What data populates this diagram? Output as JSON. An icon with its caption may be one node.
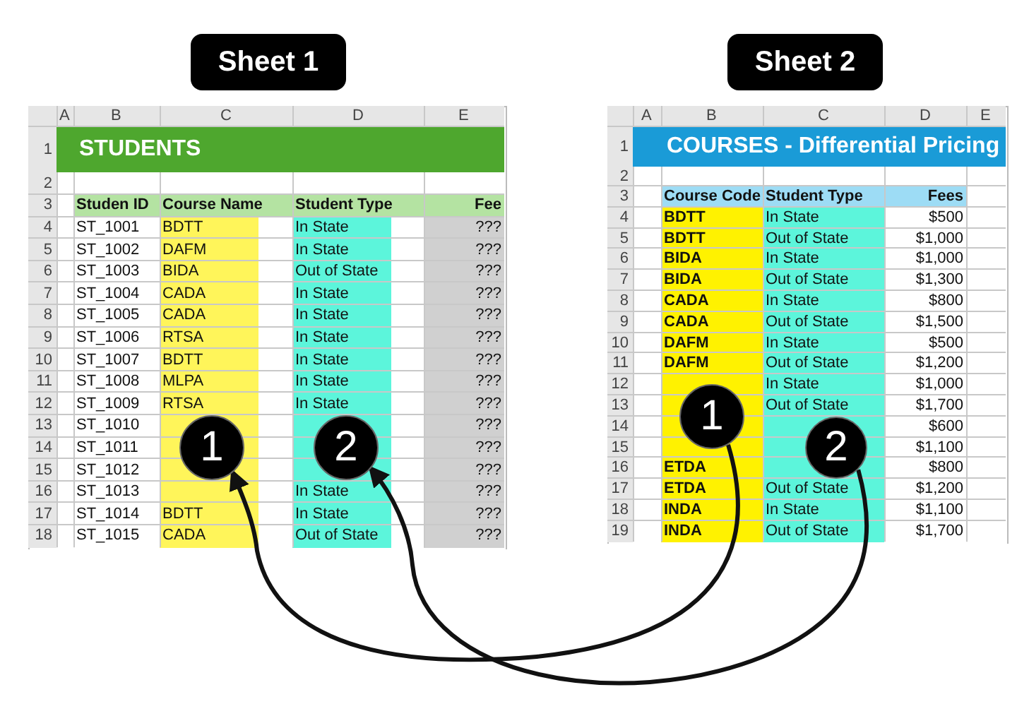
{
  "diagram": {
    "nodes": [
      {
        "text": [
          "Sheet 1"
        ]
      },
      {
        "text": [
          "Sheet 2"
        ]
      },
      {
        "text": [
          "1"
        ]
      },
      {
        "text": [
          "2"
        ]
      },
      {
        "text": [
          "1"
        ]
      },
      {
        "text": [
          "2"
        ]
      }
    ],
    "edges": [
      {
        "from": 4,
        "to": 2,
        "arrow": "to"
      },
      {
        "from": 5,
        "to": 3,
        "arrow": "to"
      }
    ],
    "labels": [
      "A",
      "B",
      "C",
      "D",
      "E",
      "1",
      "STUDENTS",
      "2",
      "3",
      "Studen ID",
      "Course Name",
      "Student Type",
      "Fee",
      "4",
      "ST_1001",
      "BDTT",
      "In State",
      "???",
      "5",
      "ST_1002",
      "DAFM",
      "In State",
      "???",
      "6",
      "ST_1003",
      "BIDA",
      "Out of State",
      "???",
      "7",
      "ST_1004",
      "CADA",
      "In State",
      "???",
      "8",
      "ST_1005",
      "CADA",
      "In State",
      "???",
      "9",
      "ST_1006",
      "RTSA",
      "In State",
      "???",
      "10",
      "ST_1007",
      "BDTT",
      "In State",
      "???",
      "11",
      "ST_1008",
      "MLPA",
      "In State",
      "???",
      "12",
      "ST_1009",
      "RTSA",
      "In State",
      "???",
      "13",
      "ST_1010",
      "???",
      "14",
      "ST_1011",
      "???",
      "15",
      "ST_1012",
      "???",
      "16",
      "ST_1013",
      "In State",
      "???",
      "17",
      "ST_1014",
      "BDTT",
      "In State",
      "???",
      "18",
      "ST_1015",
      "CADA",
      "Out of State",
      "???",
      "A",
      "B",
      "C",
      "D",
      "E",
      "1",
      "COURSES - Differential Pricing",
      "2",
      "3",
      "Course Code",
      "Student Type",
      "Fees",
      "4",
      "BDTT",
      "In State",
      "$500",
      "5",
      "BDTT",
      "Out of State",
      "$1,000",
      "6",
      "BIDA",
      "In State",
      "$1,000",
      "7",
      "BIDA",
      "Out of State",
      "$1,300",
      "8",
      "CADA",
      "In State",
      "$800",
      "9",
      "CADA",
      "Out of State",
      "$1,500",
      "10",
      "DAFM",
      "In State",
      "$500",
      "11",
      "DAFM",
      "Out of State",
      "$1,200",
      "12",
      "In State",
      "$1,000",
      "13",
      "Out of State",
      "$1,700",
      "14",
      "$600",
      "15",
      "$1,100",
      "16",
      "ETDA",
      "$800",
      "17",
      "ETDA",
      "Out of State",
      "$1,200",
      "18",
      "INDA",
      "In State",
      "$1,100",
      "19",
      "INDA",
      "Out of State",
      "$1,700"
    ]
  }
}
